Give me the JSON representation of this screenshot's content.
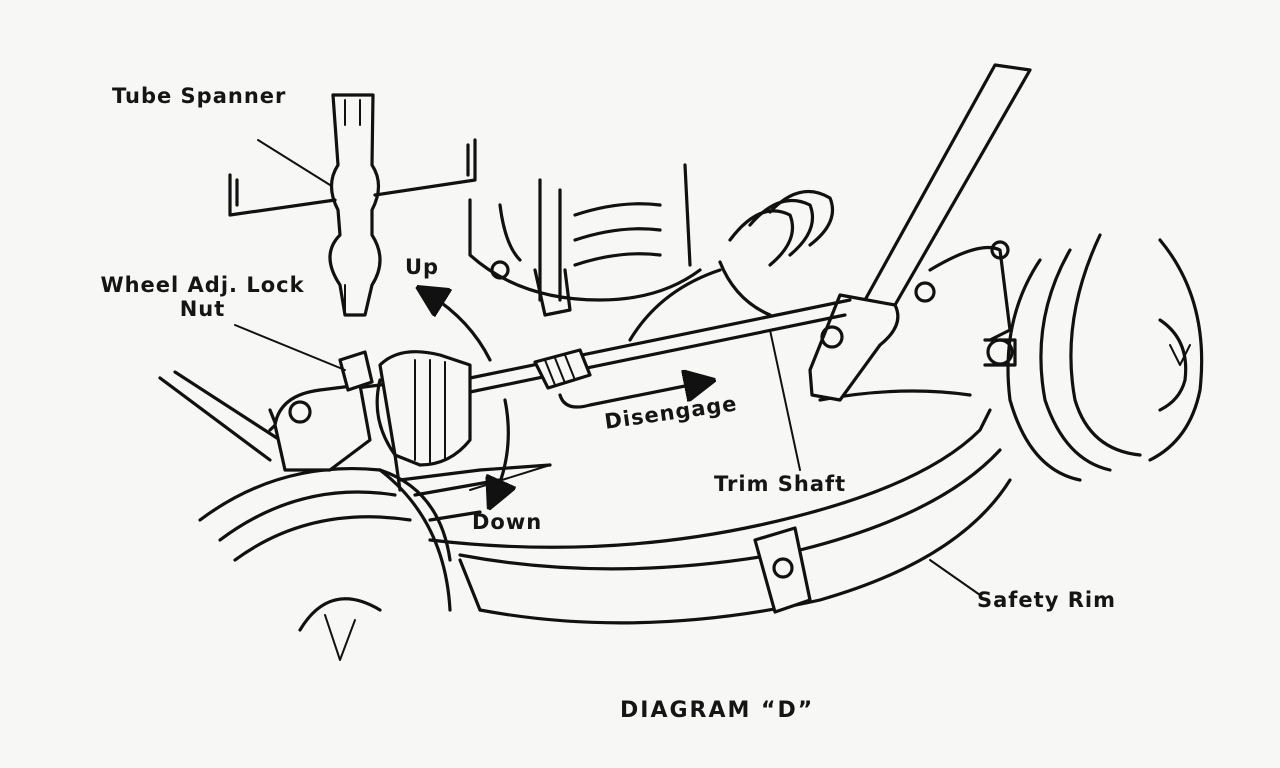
{
  "labels": {
    "tube_spanner": "Tube Spanner",
    "wheel_adj_lock_nut_line1": "Wheel Adj. Lock",
    "wheel_adj_lock_nut_line2": "Nut",
    "up": "Up",
    "down": "Down",
    "disengage": "Disengage",
    "trim_shaft": "Trim Shaft",
    "safety_rim": "Safety Rim"
  },
  "caption": "DIAGRAM “D”",
  "colors": {
    "ink": "#111111",
    "paper": "#f7f7f5"
  }
}
